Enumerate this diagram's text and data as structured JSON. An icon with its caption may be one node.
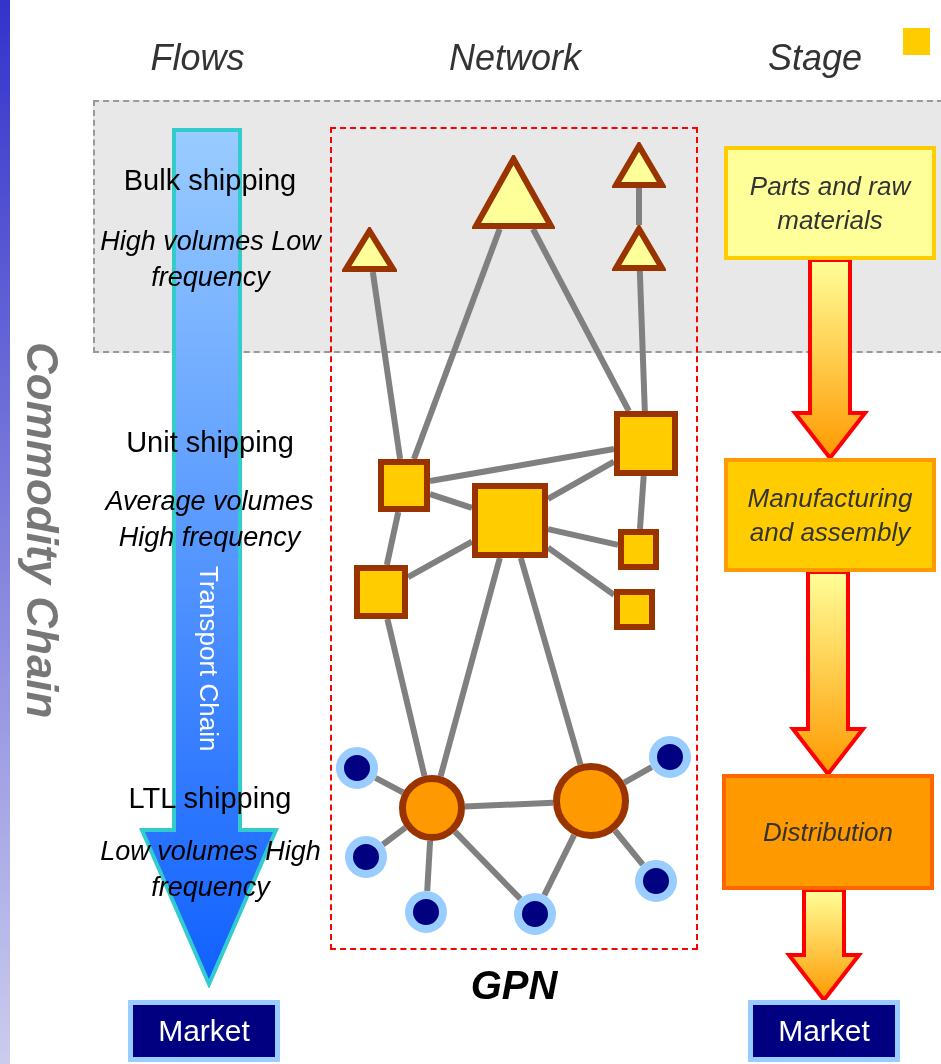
{
  "diagram": {
    "nodes": [
      {
        "text": [
          "Transport Chain"
        ]
      },
      {
        "text": [
          "GPN"
        ]
      },
      {
        "text": [],
        "shape": "triangle",
        "in": 1
      },
      {
        "text": [],
        "shape": "triangle",
        "in": 1
      },
      {
        "text": [],
        "shape": "triangle",
        "in": 1
      },
      {
        "text": [],
        "shape": "triangle",
        "in": 1
      },
      {
        "text": [],
        "shape": "box",
        "in": 1
      },
      {
        "text": [],
        "shape": "box",
        "in": 1
      },
      {
        "text": [],
        "shape": "box",
        "in": 1
      },
      {
        "text": [],
        "shape": "box",
        "in": 1
      },
      {
        "text": [],
        "shape": "box",
        "in": 1
      },
      {
        "text": [],
        "shape": "box",
        "in": 1
      },
      {
        "text": [],
        "shape": "circle",
        "in": 1
      },
      {
        "text": [],
        "shape": "circle",
        "in": 1
      },
      {
        "text": [],
        "shape": "circle",
        "in": 1
      },
      {
        "text": [],
        "shape": "circle",
        "in": 1
      },
      {
        "text": [],
        "shape": "circle",
        "in": 1
      },
      {
        "text": [],
        "shape": "circle",
        "in": 1
      },
      {
        "text": [],
        "shape": "circle",
        "in": 1
      },
      {
        "text": [],
        "shape": "circle",
        "in": 1
      },
      {
        "text": [
          "Parts and raw materials"
        ]
      },
      {
        "text": [
          "Manufacturing and assembly"
        ]
      },
      {
        "text": [
          "Distribution"
        ]
      },
      {
        "text": [
          "Market"
        ]
      },
      {
        "text": [
          "Market"
        ]
      }
    ],
    "edges": [
      {
        "from": 2,
        "to": 6,
        "arrow": "none"
      },
      {
        "from": 3,
        "to": 6,
        "arrow": "none"
      },
      {
        "from": 3,
        "to": 8,
        "arrow": "none"
      },
      {
        "from": 4,
        "to": 5,
        "arrow": "none"
      },
      {
        "from": 5,
        "to": 8,
        "arrow": "none"
      },
      {
        "from": 6,
        "to": 8,
        "arrow": "none"
      },
      {
        "from": 6,
        "to": 7,
        "arrow": "none"
      },
      {
        "from": 6,
        "to": 9,
        "arrow": "none"
      },
      {
        "from": 7,
        "to": 8,
        "arrow": "none"
      },
      {
        "from": 8,
        "to": 10,
        "arrow": "none"
      },
      {
        "from": 7,
        "to": 10,
        "arrow": "none"
      },
      {
        "from": 7,
        "to": 11,
        "arrow": "none"
      },
      {
        "from": 7,
        "to": 9,
        "arrow": "none"
      },
      {
        "from": 9,
        "to": 12,
        "arrow": "none"
      },
      {
        "from": 7,
        "to": 12,
        "arrow": "none"
      },
      {
        "from": 7,
        "to": 13,
        "arrow": "none"
      },
      {
        "from": 12,
        "to": 13,
        "arrow": "none"
      },
      {
        "from": 12,
        "to": 15,
        "arrow": "none"
      },
      {
        "from": 12,
        "to": 16,
        "arrow": "none"
      },
      {
        "from": 12,
        "to": 18,
        "arrow": "none"
      },
      {
        "from": 12,
        "to": 19,
        "arrow": "none"
      },
      {
        "from": 13,
        "to": 19,
        "arrow": "none"
      },
      {
        "from": 13,
        "to": 14,
        "arrow": "none"
      },
      {
        "from": 13,
        "to": 17,
        "arrow": "none"
      },
      {
        "from": 20,
        "to": 21,
        "arrow": "to",
        "style": "thick",
        "color": "#ff0000"
      },
      {
        "from": 21,
        "to": 22,
        "arrow": "to",
        "style": "thick",
        "color": "#ff0000"
      },
      {
        "from": 22,
        "to": 24,
        "arrow": "to",
        "style": "thick",
        "color": "#ff0000"
      }
    ],
    "labels": [
      "Flows",
      "Network",
      "Stage",
      "Commodity Chain",
      "Bulk shipping",
      "High volumes Low frequency",
      "Unit shipping",
      "Average volumes High frequency",
      "LTL shipping",
      "Low volumes High frequency"
    ]
  }
}
